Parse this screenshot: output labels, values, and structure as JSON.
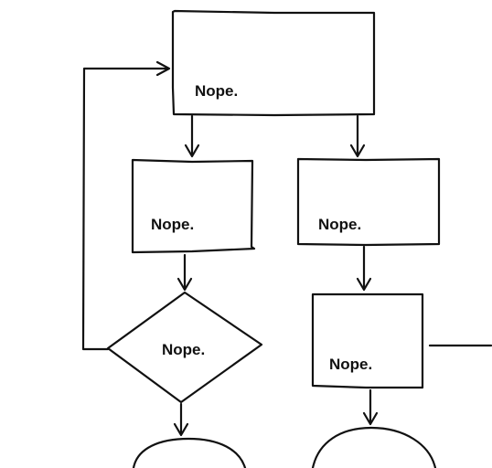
{
  "diagram": {
    "type": "flowchart",
    "style": "hand-drawn",
    "stroke_color": "#111111",
    "background_color": "#ffffff",
    "nodes": [
      {
        "id": "top-box",
        "shape": "rectangle",
        "label": "Nope."
      },
      {
        "id": "left-box",
        "shape": "rectangle",
        "label": "Nope."
      },
      {
        "id": "right-box",
        "shape": "rectangle",
        "label": "Nope."
      },
      {
        "id": "decision",
        "shape": "diamond",
        "label": "Nope."
      },
      {
        "id": "lower-right-box",
        "shape": "rectangle",
        "label": "Nope."
      },
      {
        "id": "bottom-left-terminal",
        "shape": "rounded",
        "label": ""
      },
      {
        "id": "bottom-right-terminal",
        "shape": "rounded",
        "label": ""
      }
    ],
    "edges": [
      {
        "from": "top-box",
        "to": "left-box"
      },
      {
        "from": "top-box",
        "to": "right-box"
      },
      {
        "from": "left-box",
        "to": "decision"
      },
      {
        "from": "decision",
        "to": "top-box",
        "kind": "loop-back"
      },
      {
        "from": "decision",
        "to": "bottom-left-terminal"
      },
      {
        "from": "right-box",
        "to": "lower-right-box"
      },
      {
        "from": "lower-right-box",
        "to": "bottom-right-terminal"
      },
      {
        "from": "lower-right-box",
        "to": "offscreen",
        "kind": "open-line"
      }
    ]
  }
}
